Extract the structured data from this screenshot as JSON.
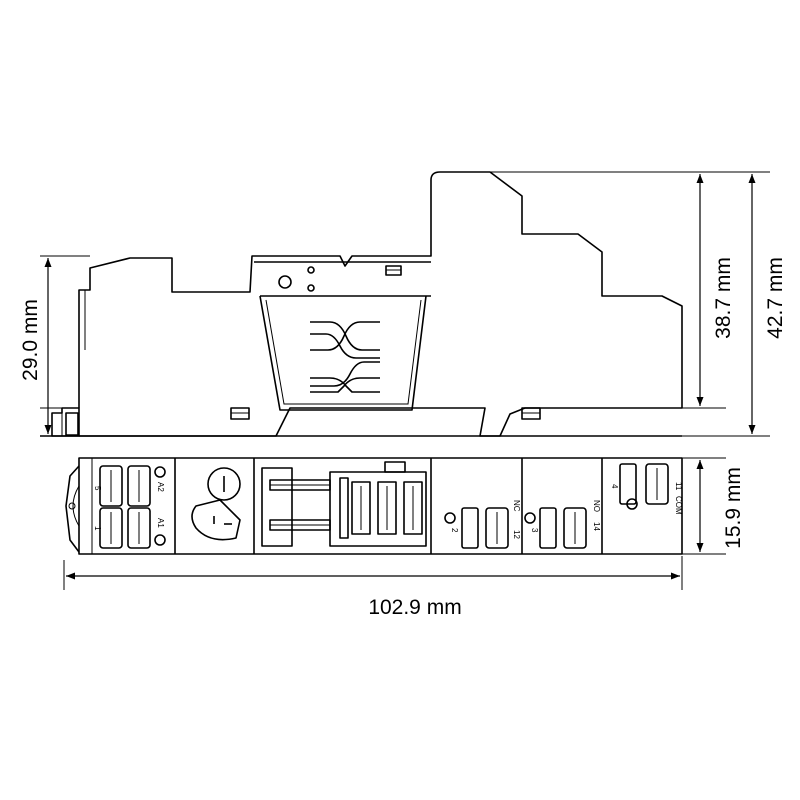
{
  "dimensions": {
    "height_left": "29.0 mm",
    "height_mid": "38.7 mm",
    "height_total": "42.7 mm",
    "depth": "15.9 mm",
    "length": "102.9 mm"
  },
  "terminal_labels": {
    "t5": "5",
    "a2": "A2",
    "t1": "1",
    "a1": "A1",
    "t2": "2",
    "nc": "NC",
    "t12": "12",
    "t3": "3",
    "no": "NO",
    "t14": "14",
    "t4": "4",
    "t11": "11",
    "com": "COM"
  }
}
